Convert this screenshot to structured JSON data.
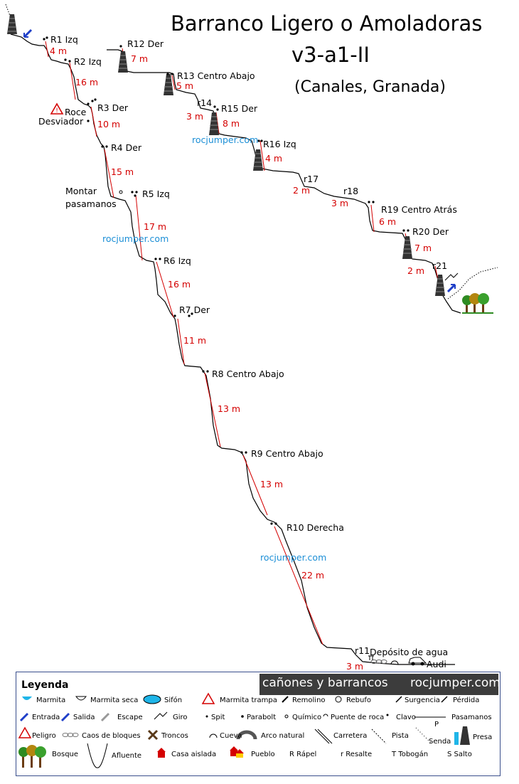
{
  "title": "Barranco Ligero o Amoladoras",
  "grade": "v3-a1-II",
  "location": "(Canales, Granada)",
  "watermark": "rocjumper.com",
  "rappels": [
    {
      "label": "R1 Izq",
      "length": "4 m"
    },
    {
      "label": "R2 Izq",
      "length": "16 m"
    },
    {
      "label": "R3 Der",
      "length": "10 m"
    },
    {
      "label": "R4 Der",
      "length": "15 m"
    },
    {
      "label": "R5 Izq",
      "length": "17 m"
    },
    {
      "label": "R6 Izq",
      "length": "16 m"
    },
    {
      "label": "R7 Der",
      "length": "11 m"
    },
    {
      "label": "R8 Centro Abajo",
      "length": "13 m"
    },
    {
      "label": "R9 Centro Abajo",
      "length": "13 m"
    },
    {
      "label": "R10 Derecha",
      "length": "22 m"
    },
    {
      "label": "r11",
      "length": "3 m"
    },
    {
      "label": "R12 Der",
      "length": "7 m"
    },
    {
      "label": "R13 Centro Abajo",
      "length": "5 m"
    },
    {
      "label": "r14",
      "length": "3 m"
    },
    {
      "label": "R15 Der",
      "length": "8 m"
    },
    {
      "label": "R16 Izq",
      "length": "4 m"
    },
    {
      "label": "r17",
      "length": "2 m"
    },
    {
      "label": "r18",
      "length": "3 m"
    },
    {
      "label": "R19 Centro Atrás",
      "length": "6 m"
    },
    {
      "label": "R20 Der",
      "length": "7 m"
    },
    {
      "label": "r21",
      "length": "2 m"
    }
  ],
  "notes": {
    "roce": "Roce",
    "desviador": "Desviador",
    "pasamanos_1": "Montar",
    "pasamanos_2": "pasamanos",
    "deposito": "Depósito de agua",
    "audi": "Audi"
  },
  "legend": {
    "title": "Leyenda",
    "banner_left": "cañones y barrancos",
    "banner_right": "rocjumper.com",
    "items": {
      "marmita": "Marmita",
      "marmita_seca": "Marmita seca",
      "sifon": "Sifón",
      "marmita_trampa": "Marmita trampa",
      "remolino": "Remolino",
      "rebufo": "Rebufo",
      "surgencia": "Surgencia",
      "perdida": "Pérdida",
      "entrada": "Entrada",
      "salida": "Salida",
      "escape": "Escape",
      "giro": "Giro",
      "spit": "Spit",
      "parabolt": "Parabolt",
      "quimico": "Químico",
      "puente": "Puente de roca",
      "clavo": "Clavo",
      "pasamanos": "Pasamanos",
      "peligro": "Peligro",
      "caos": "Caos de bloques",
      "troncos": "Troncos",
      "cueva": "Cueva",
      "arco": "Arco natural",
      "carretera": "Carretera",
      "pista": "Pista",
      "senda": "Senda",
      "presa": "Presa",
      "bosque": "Bosque",
      "afluente": "Afluente",
      "casa": "Casa aislada",
      "pueblo": "Pueblo",
      "r_rapel": "R Rápel",
      "r_resalte": "r Resalte",
      "t_tobogan": "T Tobogán",
      "s_salto": "S Salto",
      "p_letter": "P"
    }
  }
}
